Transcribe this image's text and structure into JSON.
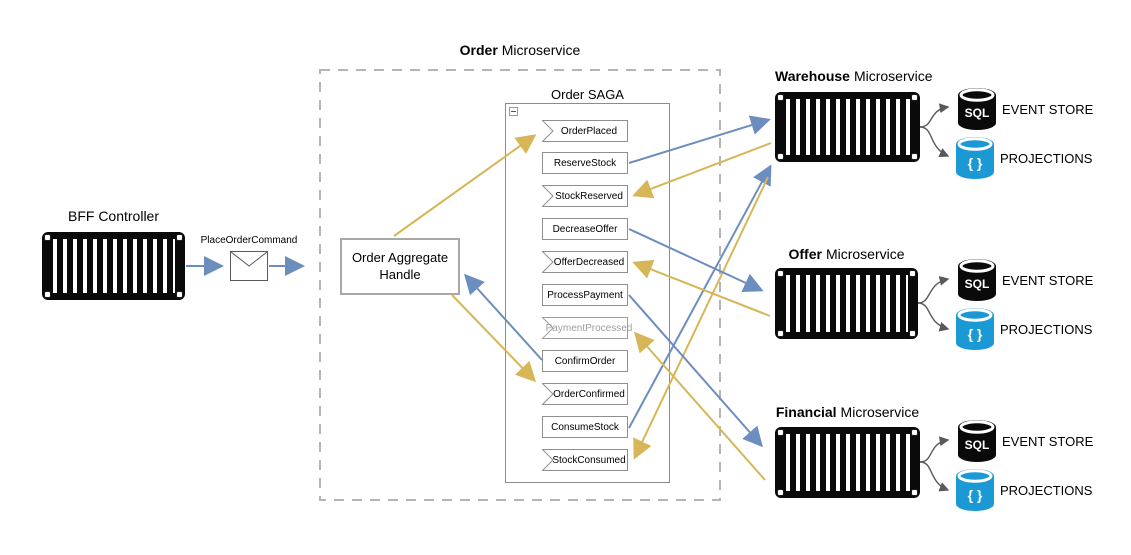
{
  "colors": {
    "arrow_blue": "#6c8ebf",
    "arrow_yellow": "#d6b656",
    "dashed_gray": "#b5b5b5",
    "store_black": "#0a0a0a",
    "projections_blue": "#1b99d5"
  },
  "bff": {
    "title": "BFF Controller"
  },
  "command": {
    "label": "PlaceOrderCommand"
  },
  "order": {
    "title_bold": "Order",
    "title_rest": "Microservice",
    "aggregate_label": "Order Aggregate Handle",
    "saga_title": "Order SAGA",
    "saga_items": [
      {
        "label": "OrderPlaced",
        "kind": "event"
      },
      {
        "label": "ReserveStock",
        "kind": "command"
      },
      {
        "label": "StockReserved",
        "kind": "event"
      },
      {
        "label": "DecreaseOffer",
        "kind": "command"
      },
      {
        "label": "OfferDecreased",
        "kind": "event"
      },
      {
        "label": "ProcessPayment",
        "kind": "command"
      },
      {
        "label": "PaymentProcessed",
        "kind": "event-dim"
      },
      {
        "label": "ConfirmOrder",
        "kind": "command"
      },
      {
        "label": "OrderConfirmed",
        "kind": "event"
      },
      {
        "label": "ConsumeStock",
        "kind": "command"
      },
      {
        "label": "StockConsumed",
        "kind": "event"
      }
    ]
  },
  "services": [
    {
      "title_bold": "Warehouse",
      "title_rest": "Microservice",
      "sql_label": "SQL",
      "braces_label": "{ }",
      "event_store": "EVENT STORE",
      "projections": "PROJECTIONS"
    },
    {
      "title_bold": "Offer",
      "title_rest": "Microservice",
      "sql_label": "SQL",
      "braces_label": "{ }",
      "event_store": "EVENT STORE",
      "projections": "PROJECTIONS"
    },
    {
      "title_bold": "Financial",
      "title_rest": "Microservice",
      "sql_label": "SQL",
      "braces_label": "{ }",
      "event_store": "EVENT STORE",
      "projections": "PROJECTIONS"
    }
  ]
}
